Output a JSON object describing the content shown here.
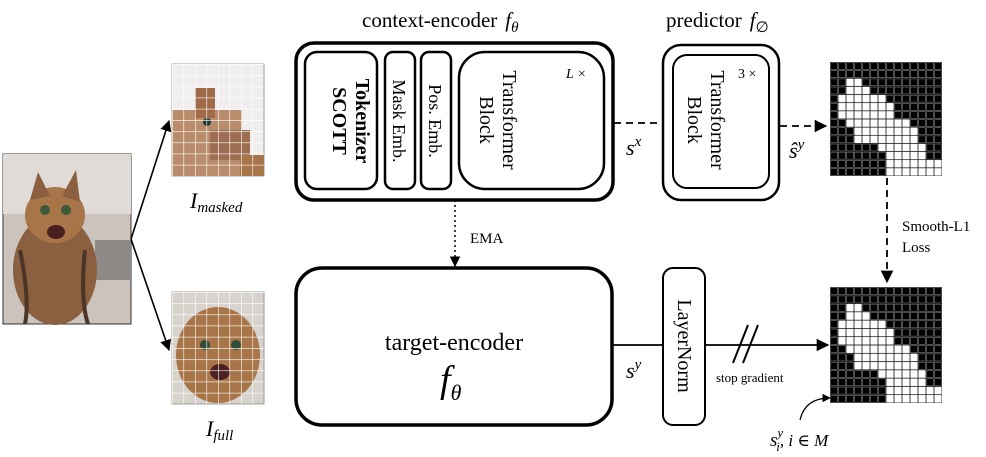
{
  "context_encoder": {
    "title": "context-encoder",
    "func": "f",
    "func_sub": "θ",
    "blocks": {
      "tokenizer_1": "SCOTT",
      "tokenizer_2": "Tokenizer",
      "mask_emb": "Mask Emb.",
      "pos_emb": "Pos. Emb.",
      "transformer_1": "Transformer",
      "transformer_2": "Block",
      "repeat": "L ×"
    }
  },
  "predictor": {
    "title": "predictor",
    "func": "f",
    "func_sub": "∅",
    "transformer_1": "Transformer",
    "transformer_2": "Block",
    "repeat": "3 ×"
  },
  "target_encoder": {
    "title": "target-encoder",
    "func": "f",
    "func_sub": "θ"
  },
  "layernorm": "LayerNorm",
  "labels": {
    "i_masked_base": "I",
    "i_masked_sub": "masked",
    "i_full_base": "I",
    "i_full_sub": "full",
    "s_x_base": "s",
    "s_x_sup": "x",
    "s_hat_y": "ŝ",
    "s_hat_y_sup": "y",
    "s_y_base": "s",
    "s_y_sup": "y",
    "ema": "EMA",
    "loss_1": "Smooth-L1",
    "loss_2": "Loss",
    "stop_gradient": "stop gradient",
    "s_i_base": "s",
    "s_i_sup": "y",
    "s_i_sub": "i",
    "s_i_rest": ", i ∈ M"
  },
  "colors": {
    "cat_fur": "#a87548",
    "cat_dark": "#4a3527",
    "background": "#d8d2cd",
    "grid_black": "#000000",
    "grid_white": "#ffffff"
  }
}
